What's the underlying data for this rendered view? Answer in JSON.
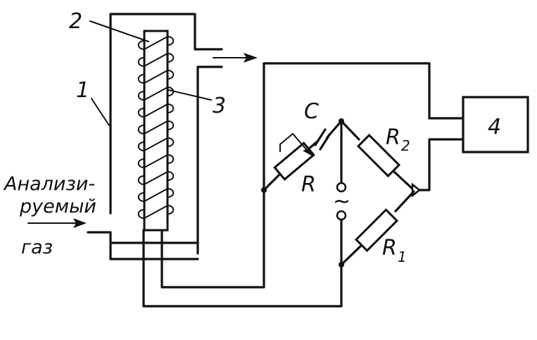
{
  "labels": {
    "vessel_wall": "1",
    "rod": "2",
    "coil": "3",
    "block": "4",
    "capacitor": "C",
    "resistor_r": "R",
    "resistor_r2": "R",
    "resistor_r2_sub": "2",
    "resistor_r1": "R",
    "resistor_r1_sub": "1",
    "ac_symbol": "~"
  },
  "gas_inlet": {
    "line1": "Анализи-",
    "line2": "руемый",
    "line3": "газ"
  },
  "colors": {
    "ink": "#111111",
    "background": "#ffffff"
  }
}
